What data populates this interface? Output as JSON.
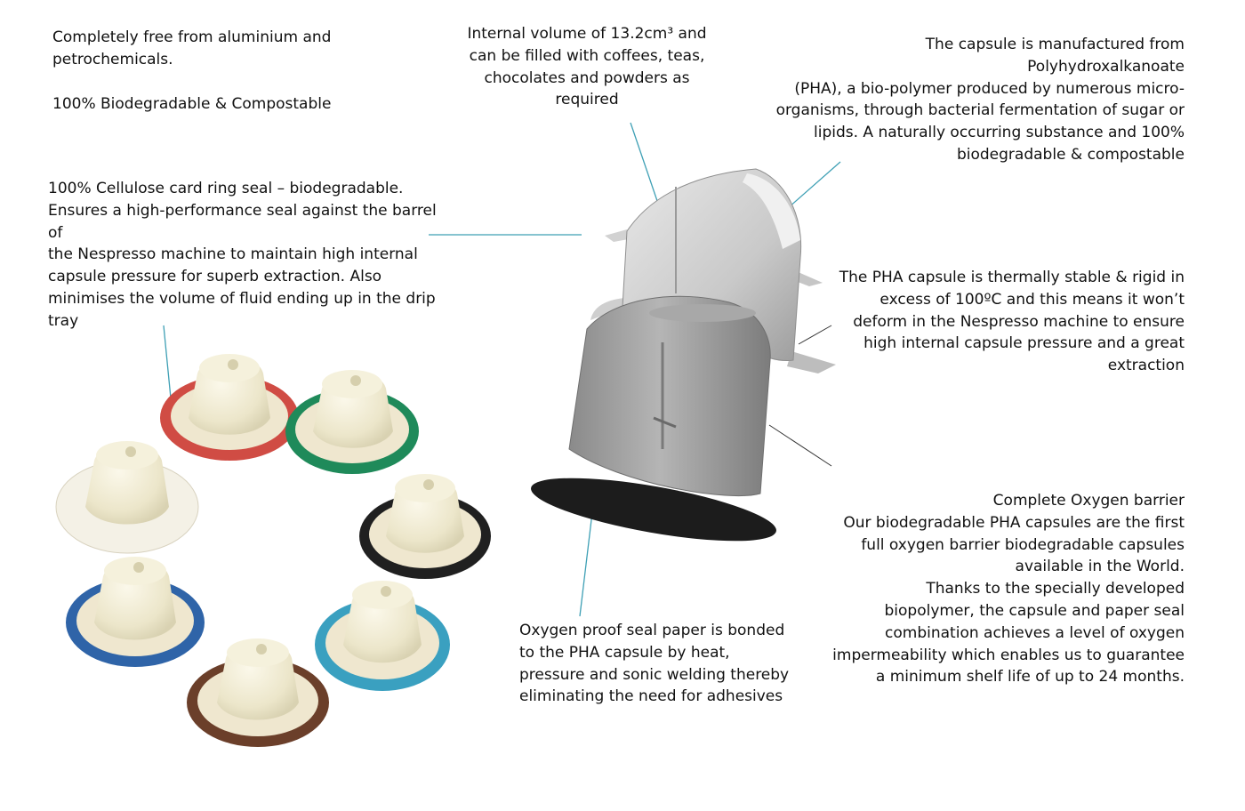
{
  "annotations": {
    "aluminium_free": "Completely free from aluminium and\npetrochemicals.",
    "biodegradable": "100% Biodegradable & Compostable",
    "cellulose_seal": "100% Cellulose card ring seal – biodegradable.\nEnsures a high-performance seal against the barrel of\nthe Nespresso machine to maintain high internal\ncapsule pressure for superb extraction. Also\nminimises the volume of fluid ending up in the drip\ntray",
    "internal_volume": "Internal volume of 13.2cm³ and\ncan be filled with coffees, teas,\nchocolates and powders as\nrequired",
    "pha_material": "The capsule is manufactured from Polyhydroxalkanoate\n(PHA), a bio-polymer produced by numerous micro-\norganisms, through bacterial fermentation of sugar or\nlipids. A naturally occurring substance and 100%\nbiodegradable & compostable",
    "thermal_stability": "The PHA capsule is thermally stable & rigid in\nexcess of 100ºC and this means it won’t\ndeform in the Nespresso machine to ensure\nhigh internal capsule pressure and a great\nextraction",
    "oxygen_barrier": "Complete Oxygen barrier\nOur biodegradable PHA capsules are the first\nfull oxygen barrier biodegradable capsules\navailable in the World.\nThanks to the specially developed\nbiopolymer, the capsule and paper seal\ncombination achieves a level of oxygen\nimpermeability which enables us to guarantee\na minimum shelf life of up to 24 months.",
    "oxygen_seal_paper": "Oxygen proof seal paper is bonded\nto the PHA capsule by heat,\npressure and sonic welding thereby\neliminating the need for adhesives"
  },
  "colors": {
    "leader_line": "#3fa0b5",
    "capsule_body": "#f0ebd2",
    "ring_red": "#d04c44",
    "ring_green": "#1f8a5a",
    "ring_black": "#202020",
    "ring_teal": "#3aa0c0",
    "ring_brown": "#6b3f2a",
    "ring_blue": "#2f64a8",
    "ring_white": "#f4f1e6",
    "shell_grey": "#9a9a9a",
    "seal_disc": "#1c1c1c"
  },
  "capsule_rings": [
    "red",
    "green",
    "black",
    "teal",
    "brown",
    "blue",
    "white"
  ]
}
